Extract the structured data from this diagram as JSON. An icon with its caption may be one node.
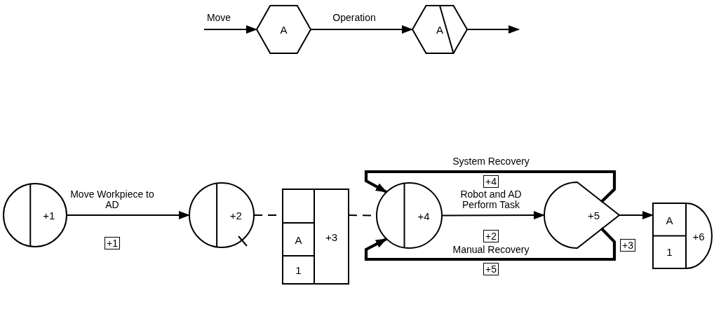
{
  "diagram": {
    "nodes": [
      {
        "text": [
          "A"
        ]
      },
      {
        "text": [
          "A"
        ]
      },
      {
        "text": [
          "+1"
        ]
      },
      {
        "text": [
          "+2"
        ]
      },
      {
        "text": [
          "A",
          "+3",
          "1"
        ]
      },
      {
        "text": [
          "+4"
        ]
      },
      {
        "text": [
          "+5"
        ]
      },
      {
        "text": [
          "A",
          "+6",
          "1"
        ]
      }
    ],
    "edges": [
      {
        "from": null,
        "to": 0,
        "arrow": "to",
        "label": "Move"
      },
      {
        "from": 0,
        "to": 1,
        "arrow": "to",
        "label": "Operation"
      },
      {
        "from": 1,
        "to": null,
        "arrow": "to"
      },
      {
        "from": 2,
        "to": 3,
        "arrow": "to",
        "label": "Move Workpiece to AD"
      },
      {
        "from": 3,
        "to": 4,
        "arrow": "none",
        "style": "dashed"
      },
      {
        "from": 4,
        "to": 5,
        "arrow": "none",
        "style": "dashed"
      },
      {
        "from": 5,
        "to": 6,
        "arrow": "to",
        "label": "Robot and AD Perform Task"
      },
      {
        "from": 6,
        "to": 5,
        "arrow": "to",
        "label": "System Recovery",
        "style": "thick"
      },
      {
        "from": 6,
        "to": 5,
        "arrow": "to",
        "label": "Manual Recovery",
        "style": "thick"
      },
      {
        "from": 6,
        "to": 7,
        "arrow": "to"
      }
    ],
    "labels": [
      "+4",
      "+1",
      "+2",
      "+3",
      "+5"
    ]
  }
}
